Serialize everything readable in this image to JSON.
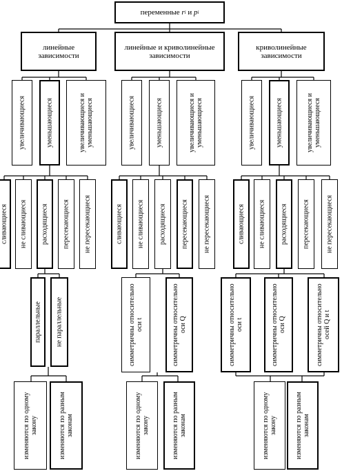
{
  "root": {
    "label": "переменные",
    "var1": "r",
    "sub1": "i",
    "conj": "и",
    "var2": "p",
    "sub2": "i"
  },
  "categories": [
    {
      "title": "линейные зависимости"
    },
    {
      "title": "линейные и криволинейные зависимости"
    },
    {
      "title": "криволинейные зависимости"
    }
  ],
  "trends": [
    [
      "увеличивающиеся",
      "уменьшающиеся",
      "увеличивающиеся и уменьшающиеся"
    ],
    [
      "увеличивающиеся",
      "уменьшающиеся",
      "увеличивающиеся и уменьшающиеся"
    ],
    [
      "увеличивающиеся",
      "уменьшающиеся",
      "увеличивающиеся и уменьшающиеся"
    ]
  ],
  "relations": [
    [
      "сливающиеся",
      "не сливающиеся",
      "расходящиеся",
      "пересекающиеся",
      "не пересекающиеся"
    ],
    [
      "сливающиеся",
      "не сливающиеся",
      "расходящиеся",
      "пересекающиеся",
      "не пересекающиеся"
    ],
    [
      "сливающиеся",
      "не сливающиеся",
      "расходящиеся",
      "пересекающиеся",
      "не пересекающиеся"
    ]
  ],
  "props": {
    "linear": [
      "параллельные",
      "не параллельные"
    ],
    "mixed": [
      "симметричны относительно оси t",
      "симметричны относительно оси Q"
    ],
    "curved": [
      "симметричны относительно оси t",
      "симметричны относительно оси Q",
      "симметричны относительно осей Q и t"
    ]
  },
  "laws": [
    [
      "изменяются по одному закону",
      "изменяются по разным законам"
    ],
    [
      "изменяются по одному закону",
      "изменяются по разным законам"
    ],
    [
      "изменяются по одному закону",
      "изменяются по разным законам"
    ]
  ]
}
